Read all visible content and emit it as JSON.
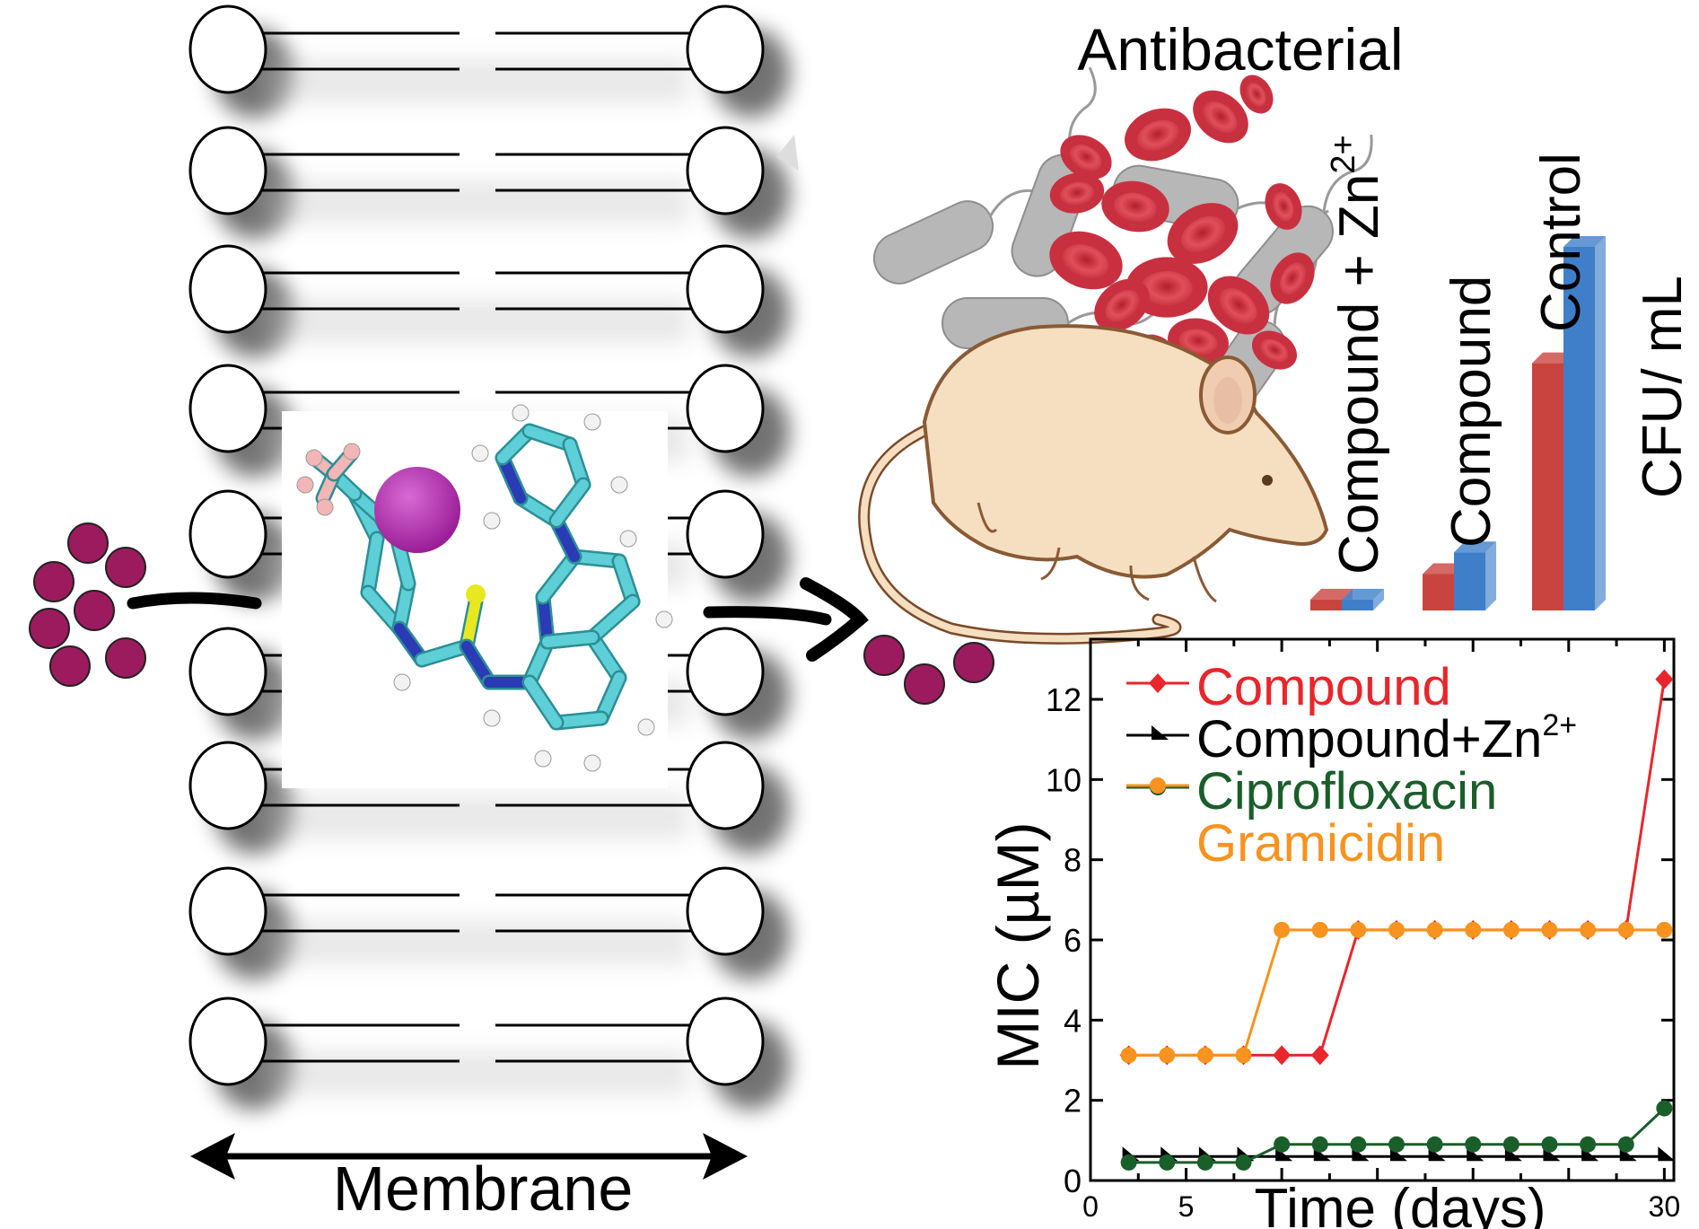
{
  "labels": {
    "antibacterial": "Antibacterial",
    "membrane": "Membrane"
  },
  "bar_panel": {
    "groups": [
      {
        "name": "Compound + Zn",
        "superscript": "2+",
        "red": 0.03,
        "blue": 0.03
      },
      {
        "name": "Compound",
        "superscript": "",
        "red": 0.1,
        "blue": 0.16
      },
      {
        "name": "Control",
        "superscript": "",
        "red": 0.68,
        "blue": 1.0
      }
    ],
    "ylabel": "CFU/ mL",
    "colors": {
      "red": "#c9443f",
      "blue": "#3f7fc9"
    }
  },
  "chart_data": {
    "type": "line",
    "xlabel": "Time (days)",
    "ylabel": "MIC (µM)",
    "xlim": [
      0,
      30.5
    ],
    "ylim": [
      0,
      13.5
    ],
    "xticks": [
      0,
      5,
      30
    ],
    "yticks": [
      0,
      2,
      4,
      6,
      8,
      10,
      12
    ],
    "series": [
      {
        "name": "Compound",
        "superscript": "",
        "color": "#e8262b",
        "marker": "diamond",
        "x": [
          2,
          4,
          6,
          8,
          10,
          12,
          14,
          16,
          18,
          20,
          22,
          24,
          26,
          28,
          30
        ],
        "y": [
          3.125,
          3.125,
          3.125,
          3.125,
          3.125,
          3.125,
          6.25,
          6.25,
          6.25,
          6.25,
          6.25,
          6.25,
          6.25,
          6.25,
          12.5
        ]
      },
      {
        "name": "Compound+Zn",
        "superscript": "2+",
        "color": "#000000",
        "marker": "arrow",
        "x": [
          2,
          4,
          6,
          8,
          10,
          12,
          14,
          16,
          18,
          20,
          22,
          24,
          26,
          28,
          30
        ],
        "y": [
          0.6,
          0.6,
          0.6,
          0.6,
          0.6,
          0.6,
          0.6,
          0.6,
          0.6,
          0.6,
          0.6,
          0.6,
          0.6,
          0.6,
          0.6
        ]
      },
      {
        "name": "Ciprofloxacin",
        "superscript": "",
        "color": "#1a5e2a",
        "marker": "circle",
        "x": [
          2,
          4,
          6,
          8,
          10,
          12,
          14,
          16,
          18,
          20,
          22,
          24,
          26,
          28,
          30
        ],
        "y": [
          0.45,
          0.45,
          0.45,
          0.45,
          0.9,
          0.9,
          0.9,
          0.9,
          0.9,
          0.9,
          0.9,
          0.9,
          0.9,
          0.9,
          1.8
        ]
      },
      {
        "name": "Gramicidin",
        "superscript": "",
        "color": "#f7931e",
        "marker": "circle",
        "x": [
          2,
          4,
          6,
          8,
          10,
          12,
          14,
          16,
          18,
          20,
          22,
          24,
          26,
          28,
          30
        ],
        "y": [
          3.125,
          3.125,
          3.125,
          3.125,
          6.25,
          6.25,
          6.25,
          6.25,
          6.25,
          6.25,
          6.25,
          6.25,
          6.25,
          6.25,
          6.25
        ]
      }
    ]
  }
}
